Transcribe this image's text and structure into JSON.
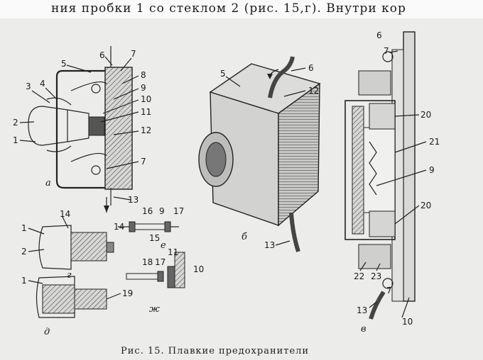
{
  "header": {
    "text": "ния пробки 1 со стеклом 2 (рис. 15,г). Внутри кор"
  },
  "caption": {
    "text": "Рис. 15. Плавкие предохранители"
  },
  "figure": {
    "panel_labels": [
      "а",
      "б",
      "в",
      "г",
      "д",
      "е",
      "ж"
    ],
    "part_numbers": [
      "1",
      "2",
      "3",
      "4",
      "5",
      "6",
      "7",
      "8",
      "9",
      "10",
      "11",
      "12",
      "13",
      "14",
      "15",
      "16",
      "17",
      "18",
      "19",
      "20",
      "21",
      "22",
      "23"
    ]
  }
}
